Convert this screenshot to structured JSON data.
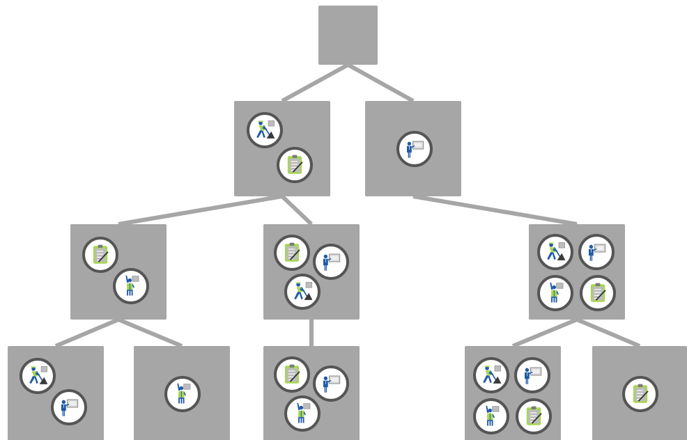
{
  "colors": {
    "node_fill": "#a6a6a6",
    "edge": "#a6a6a6",
    "icon_ring": "#555555",
    "icon_bg": "#ffffff",
    "figure_blue": "#1f5aa6",
    "accent_green": "#a9d653",
    "easel_gray": "#9b9b9b"
  },
  "icon_types": {
    "landscaper": "worker-with-shovel-icon",
    "presenter": "presenter-whiteboard-icon",
    "checklist": "clipboard-checklist-icon",
    "raised_hand": "worker-raising-hand-icon"
  },
  "tree": {
    "nodes": [
      {
        "id": "root",
        "level": 0,
        "icons": []
      },
      {
        "id": "l1-a",
        "level": 1,
        "parent": "root",
        "icons": [
          "landscaper",
          "checklist"
        ]
      },
      {
        "id": "l1-b",
        "level": 1,
        "parent": "root",
        "icons": [
          "presenter"
        ]
      },
      {
        "id": "l2-a",
        "level": 2,
        "parent": "l1-a",
        "icons": [
          "checklist",
          "raised_hand"
        ]
      },
      {
        "id": "l2-b",
        "level": 2,
        "parent": "l1-a",
        "icons": [
          "checklist",
          "presenter",
          "landscaper"
        ]
      },
      {
        "id": "l2-c",
        "level": 2,
        "parent": "l1-b",
        "icons": [
          "landscaper",
          "presenter",
          "raised_hand",
          "checklist"
        ]
      },
      {
        "id": "l3-a",
        "level": 3,
        "parent": "l2-a",
        "icons": [
          "landscaper",
          "presenter"
        ]
      },
      {
        "id": "l3-b",
        "level": 3,
        "parent": "l2-a",
        "icons": [
          "raised_hand"
        ]
      },
      {
        "id": "l3-c",
        "level": 3,
        "parent": "l2-b",
        "icons": [
          "checklist",
          "presenter",
          "raised_hand"
        ]
      },
      {
        "id": "l3-d",
        "level": 3,
        "parent": "l2-c",
        "icons": [
          "landscaper",
          "presenter",
          "raised_hand",
          "checklist"
        ]
      },
      {
        "id": "l3-e",
        "level": 3,
        "parent": "l2-c",
        "icons": [
          "checklist"
        ]
      }
    ]
  }
}
